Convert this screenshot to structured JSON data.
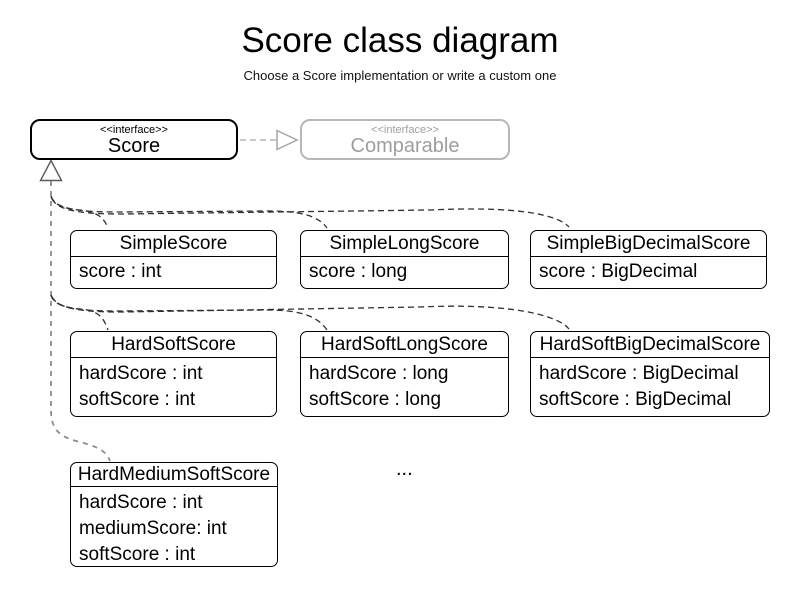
{
  "page": {
    "title": "Score class diagram",
    "subtitle": "Choose a Score implementation or write a custom one",
    "ellipsis": "..."
  },
  "interfaces": {
    "score": {
      "stereotype": "<<interface>>",
      "name": "Score"
    },
    "comparable": {
      "stereotype": "<<interface>>",
      "name": "Comparable"
    }
  },
  "classes": [
    {
      "name": "SimpleScore",
      "attributes": [
        "score : int"
      ]
    },
    {
      "name": "SimpleLongScore",
      "attributes": [
        "score : long"
      ]
    },
    {
      "name": "SimpleBigDecimalScore",
      "attributes": [
        "score : BigDecimal"
      ]
    },
    {
      "name": "HardSoftScore",
      "attributes": [
        "hardScore : int",
        "softScore : int"
      ]
    },
    {
      "name": "HardSoftLongScore",
      "attributes": [
        "hardScore : long",
        "softScore : long"
      ]
    },
    {
      "name": "HardSoftBigDecimalScore",
      "attributes": [
        "hardScore : BigDecimal",
        "softScore : BigDecimal"
      ]
    },
    {
      "name": "HardMediumSoftScore",
      "attributes": [
        "hardScore : int",
        "mediumScore: int",
        "softScore : int"
      ]
    }
  ],
  "colors": {
    "box_border": "#000000",
    "muted_border": "#b7b7b7",
    "muted_text": "#9e9e9e",
    "trunk_connector": "#8c8c8c",
    "branch_connector": "#303030",
    "interface_link": "#b3b3b3"
  }
}
